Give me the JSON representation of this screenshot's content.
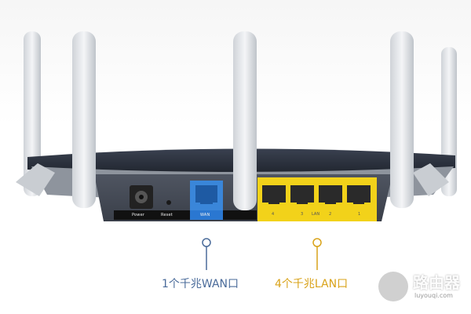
{
  "ports": {
    "power_label": "Power",
    "reset_label": "Reset",
    "wan_label": "WAN",
    "lan_label": "LAN",
    "lan_numbers": [
      "4",
      "3",
      "2",
      "1"
    ]
  },
  "captions": {
    "wan": "1个千兆WAN口",
    "lan": "4个千兆LAN口"
  },
  "colors": {
    "wan_port": "#3a86d9",
    "lan_panel": "#f2d21a",
    "wan_caption": "#4a6b9a",
    "lan_caption": "#d9a31a",
    "router_body": "#2e3440"
  },
  "watermark": {
    "title": "路由器",
    "url": "luyouqi.com"
  }
}
